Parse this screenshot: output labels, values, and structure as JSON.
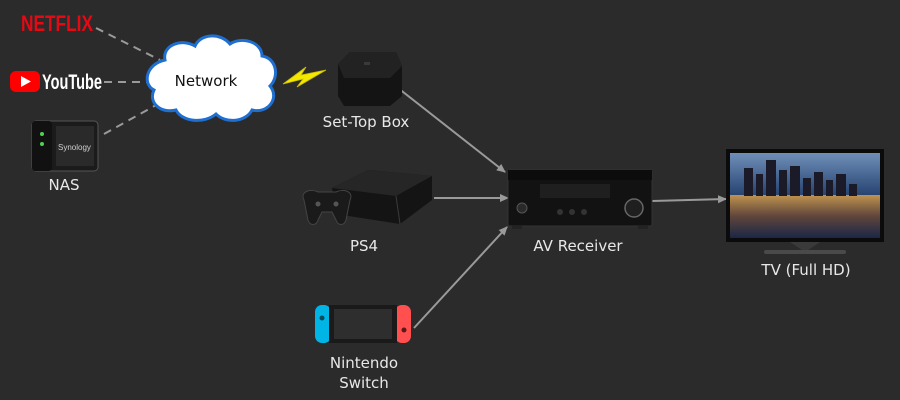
{
  "logos": {
    "netflix": "NETFLIX",
    "youtube": "YouTube",
    "synology": "Synology"
  },
  "labels": {
    "nas": "NAS",
    "network": "Network",
    "set_top_box": "Set-Top Box",
    "ps4": "PS4",
    "av_receiver": "AV Receiver",
    "tv": "TV (Full HD)",
    "nintendo_line1": "Nintendo",
    "nintendo_line2": "Switch"
  },
  "colors": {
    "background": "#2b2b2b",
    "netflix_red": "#e50914",
    "youtube_red": "#ff0000",
    "cloud_fill": "#ffffff",
    "cloud_stroke": "#1f6fd1",
    "lightning": "#f5e800",
    "connector": "#9a9a9a",
    "switch_left_joycon": "#00b4e6",
    "switch_right_joycon": "#ff4f4f"
  },
  "icons": {
    "nas": "nas-device-icon",
    "set_top_box": "set-top-box-icon",
    "ps4": "ps4-console-icon",
    "controller": "gamepad-icon",
    "receiver": "av-receiver-icon",
    "tv": "television-icon",
    "switch": "nintendo-switch-icon",
    "network": "cloud-icon",
    "wireless": "lightning-bolt-icon"
  }
}
